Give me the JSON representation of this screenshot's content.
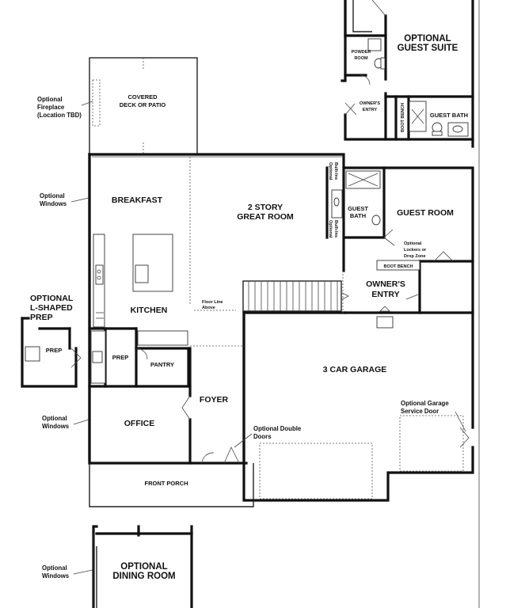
{
  "plan": {
    "rooms": {
      "covered_deck_1": "COVERED",
      "covered_deck_2": "DECK OR PATIO",
      "breakfast": "BREAKFAST",
      "great_room_1": "2 STORY",
      "great_room_2": "GREAT ROOM",
      "kitchen": "KITCHEN",
      "prep": "PREP",
      "pantry": "PANTRY",
      "optional_prep": "PREP",
      "office": "OFFICE",
      "foyer": "FOYER",
      "front_porch": "FRONT PORCH",
      "garage": "3 CAR GARAGE",
      "guest_room": "GUEST ROOM",
      "guest_bath_1": "GUEST",
      "guest_bath_2": "BATH",
      "owners_entry_1": "OWNER'S",
      "owners_entry_2": "ENTRY",
      "boot_bench": "BOOT BENCH",
      "optional_guest_suite_1": "OPTIONAL",
      "optional_guest_suite_2": "GUEST SUITE",
      "powder_room_1": "POWDER",
      "powder_room_2": "ROOM",
      "owners_entry_small_1": "OWNER'S",
      "owners_entry_small_2": "ENTRY",
      "boot_bench_small": "BOOT BENCH",
      "guest_bath_suite": "GUEST BATH",
      "dining_1": "OPTIONAL",
      "dining_2": "DINING ROOM"
    },
    "notes": {
      "fireplace_1": "Optional",
      "fireplace_2": "Fireplace",
      "fireplace_3": "(Location TBD)",
      "windows_top_1": "Optional",
      "windows_top_2": "Windows",
      "lshaped_1": "OPTIONAL",
      "lshaped_2": "L-SHAPED",
      "lshaped_3": "PREP",
      "windows_mid_1": "Optional",
      "windows_mid_2": "Windows",
      "windows_bot_1": "Optional",
      "windows_bot_2": "Windows",
      "double_doors_1": "Optional Double",
      "double_doors_2": "Doors",
      "garage_door_1": "Optional Garage",
      "garage_door_2": "Service Door",
      "lockers_1": "Optional",
      "lockers_2": "Lockers or",
      "lockers_3": "Drop Zone",
      "floor_line_1": "Floor Line",
      "floor_line_2": "Above",
      "optional_builtin_1": "Optional",
      "optional_builtin_2": "Built-Ins"
    }
  }
}
